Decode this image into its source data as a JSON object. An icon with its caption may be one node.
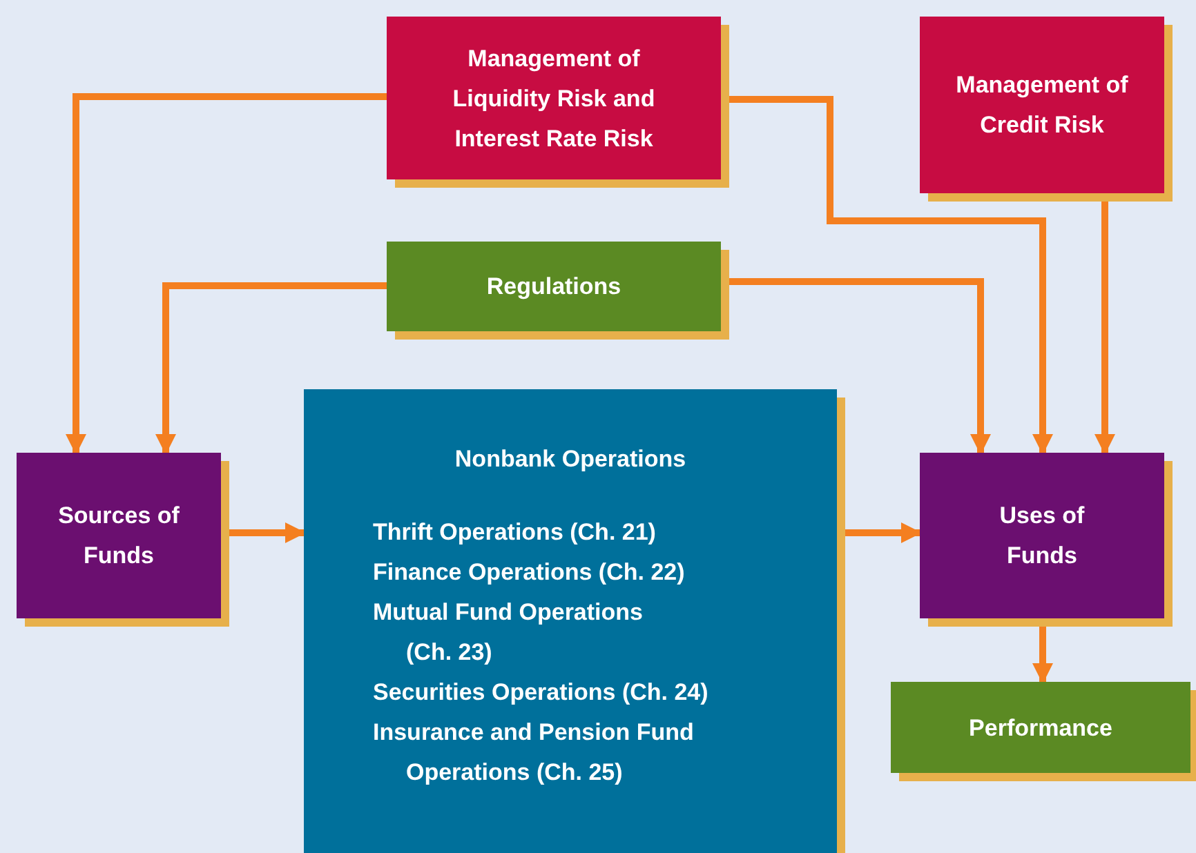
{
  "diagram": {
    "nodes": [
      {
        "text": [
          "Management of Liquidity Risk and Interest Rate Risk"
        ]
      },
      {
        "text": [
          "Management of Credit Risk"
        ]
      },
      {
        "text": [
          "Regulations"
        ]
      },
      {
        "text": [
          "Sources of Funds"
        ]
      },
      {
        "text": [
          "Nonbank Operations",
          "Thrift Operations (Ch. 21)",
          "Finance Operations (Ch. 22)",
          "Mutual Fund Operations (Ch. 23)",
          "Securities Operations (Ch. 24)",
          "Insurance and Pension Fund Operations (Ch. 25)"
        ]
      },
      {
        "text": [
          "Uses of Funds"
        ]
      },
      {
        "text": [
          "Performance"
        ]
      }
    ],
    "edges": [
      {
        "from": 0,
        "to": 3,
        "arrow": "to"
      },
      {
        "from": 0,
        "to": 5,
        "arrow": "to"
      },
      {
        "from": 2,
        "to": 3,
        "arrow": "to"
      },
      {
        "from": 2,
        "to": 5,
        "arrow": "to"
      },
      {
        "from": 1,
        "to": 5,
        "arrow": "to"
      },
      {
        "from": 3,
        "to": 4,
        "arrow": "to"
      },
      {
        "from": 4,
        "to": 5,
        "arrow": "to"
      },
      {
        "from": 5,
        "to": 6,
        "arrow": "to"
      }
    ]
  }
}
